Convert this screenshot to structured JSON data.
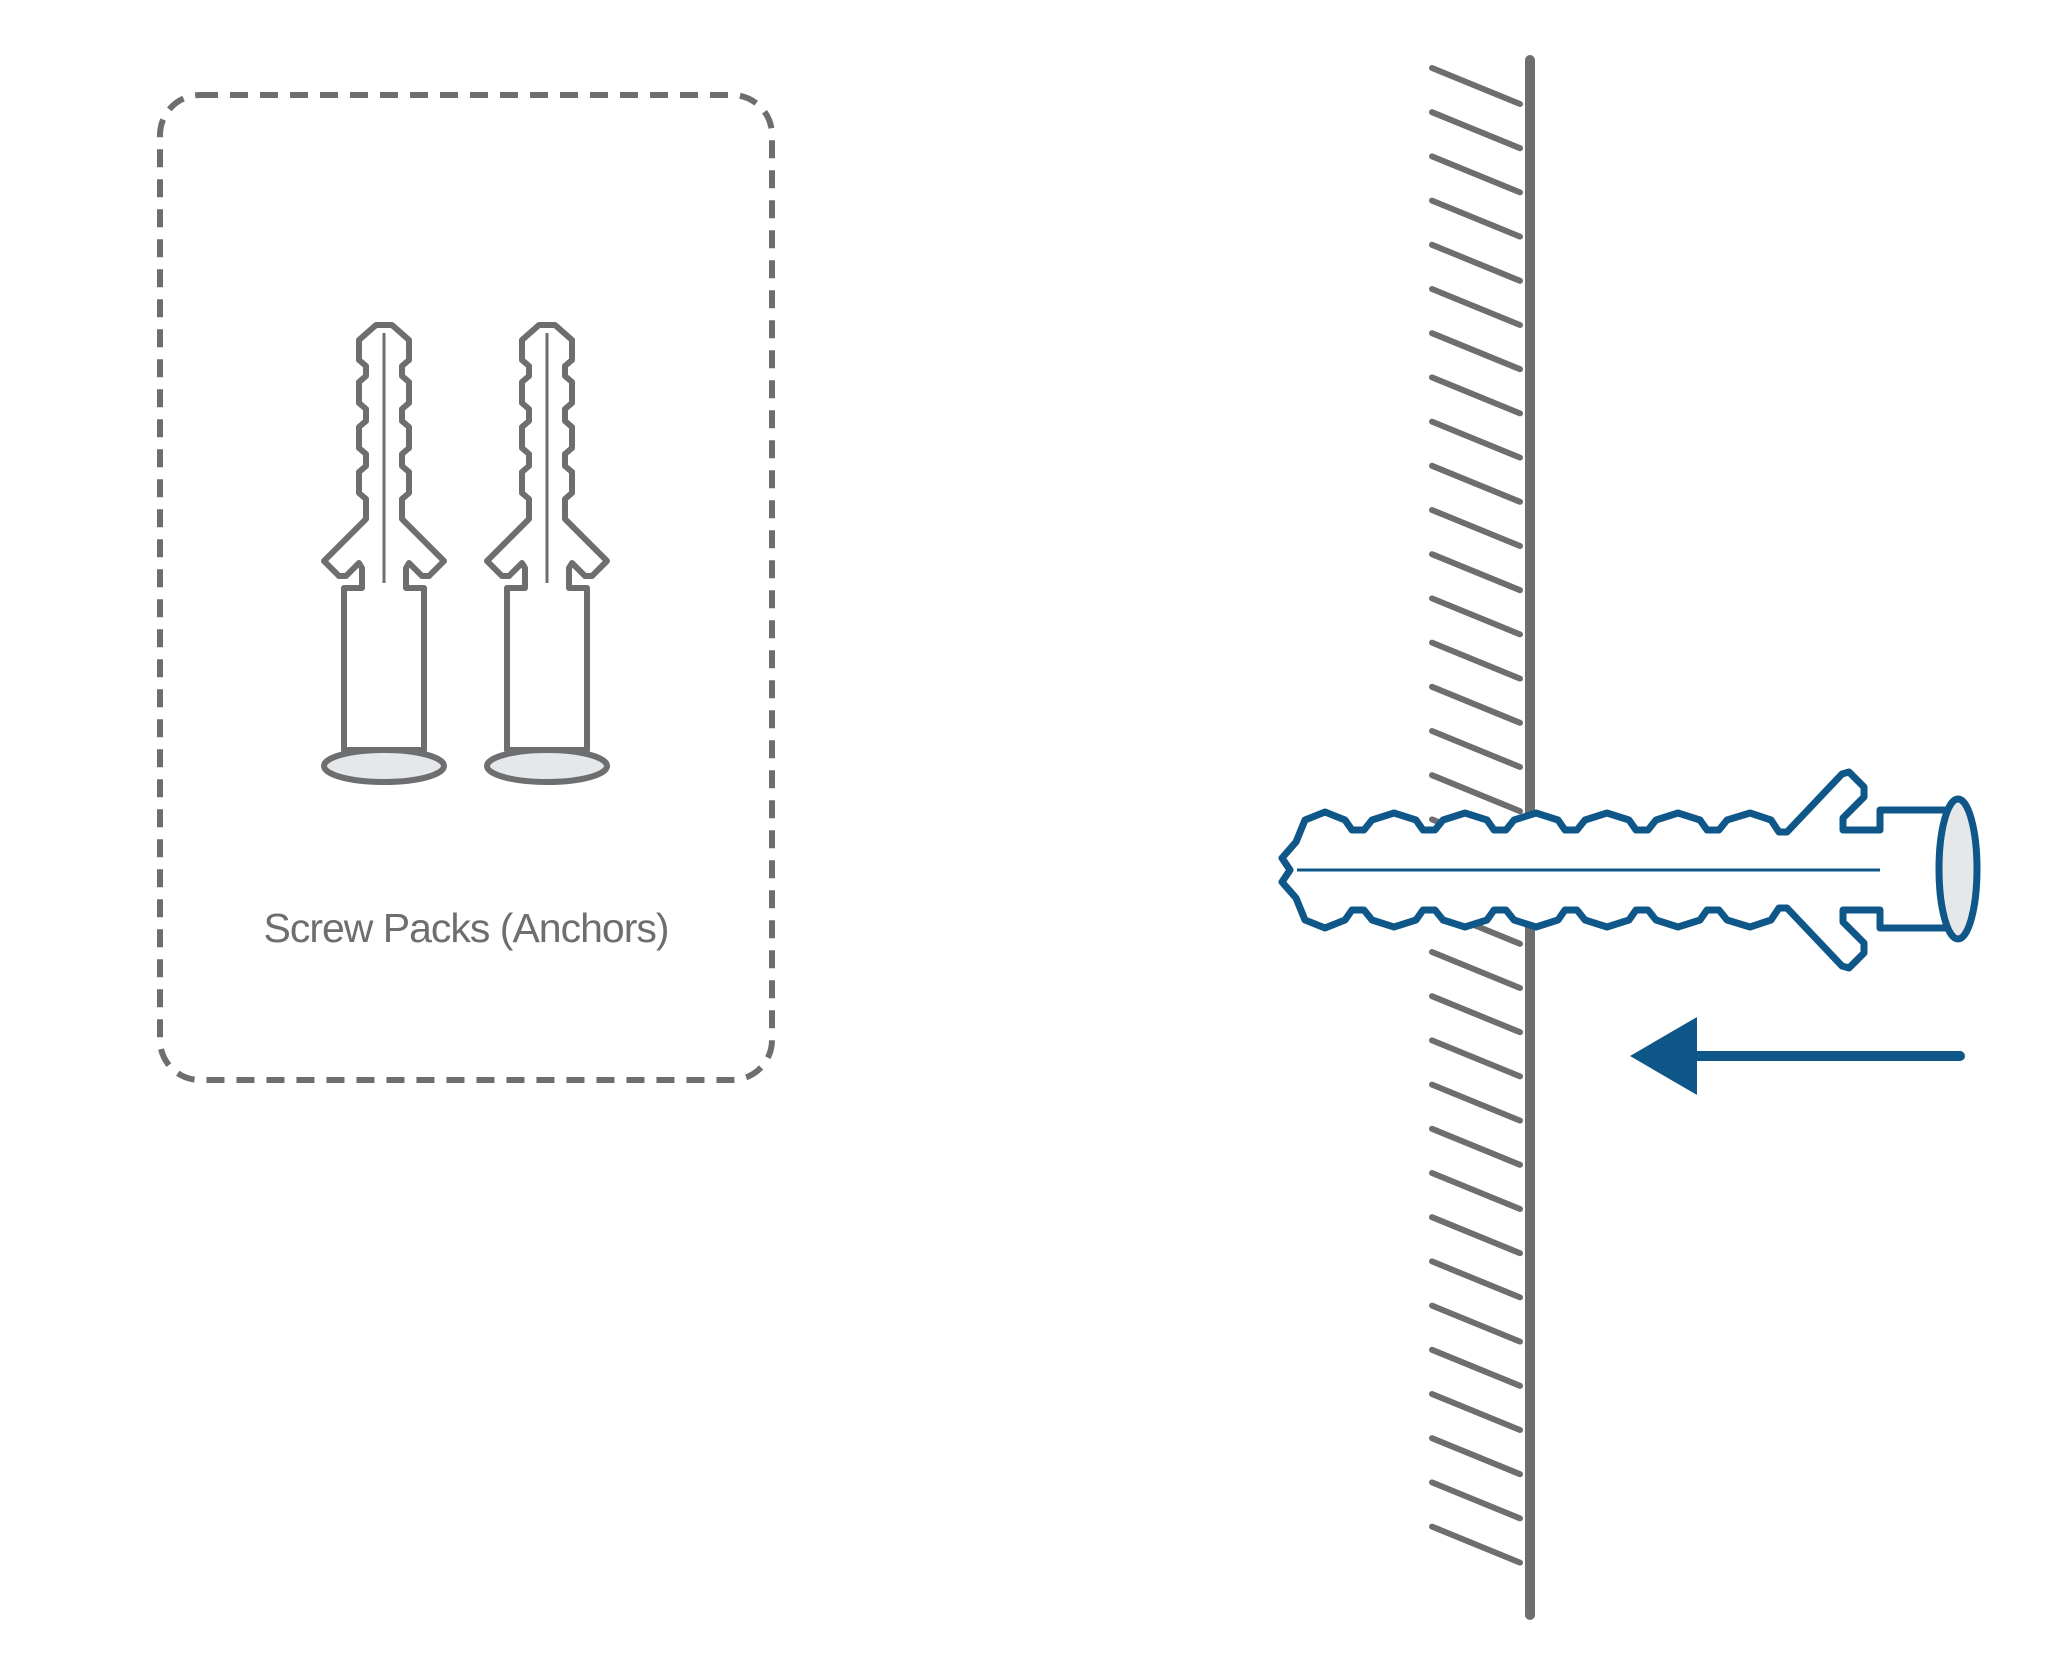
{
  "pack_box": {
    "label": "Screw Packs (Anchors)",
    "anchor_count": 2
  },
  "wall": {
    "hatch_count": 34
  },
  "insert_direction": "left",
  "colors": {
    "gray": "#6d6e70",
    "blue": "#0e5788",
    "head_fill": "#e6e7e8",
    "background": "#ffffff"
  },
  "icons": {
    "anchor": "wall-plug-anchor-icon",
    "arrow": "arrow-left-icon"
  }
}
